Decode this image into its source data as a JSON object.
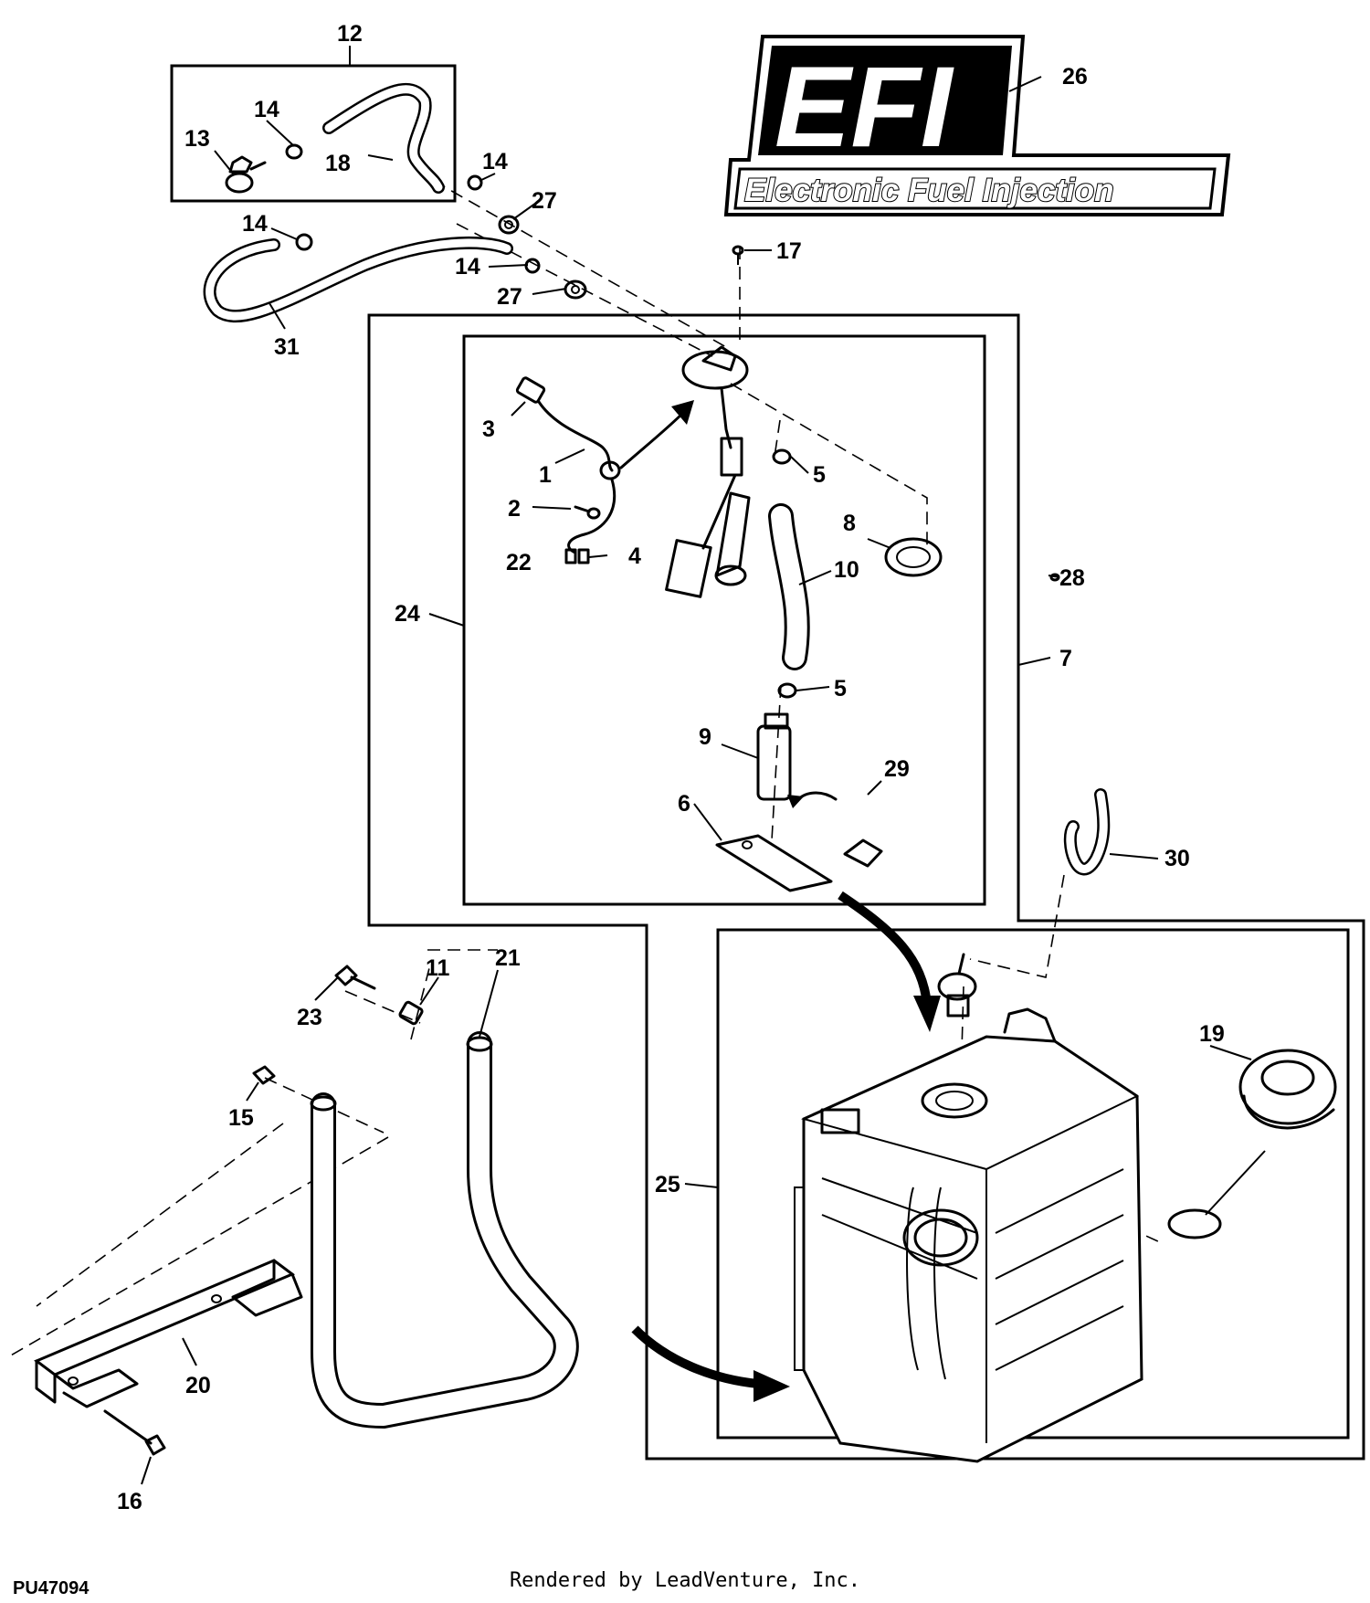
{
  "logo": {
    "main_text": "EFI",
    "subtitle": "Electronic Fuel Injection"
  },
  "callouts": {
    "c1": "1",
    "c2": "2",
    "c3": "3",
    "c4": "4",
    "c5a": "5",
    "c5b": "5",
    "c6": "6",
    "c7": "7",
    "c8": "8",
    "c9": "9",
    "c10": "10",
    "c11": "11",
    "c12": "12",
    "c13": "13",
    "c14a": "14",
    "c14b": "14",
    "c14c": "14",
    "c14d": "14",
    "c15": "15",
    "c16": "16",
    "c17": "17",
    "c18": "18",
    "c19": "19",
    "c20": "20",
    "c21": "21",
    "c22": "22",
    "c23": "23",
    "c24": "24",
    "c25": "25",
    "c26": "26",
    "c27a": "27",
    "c27b": "27",
    "c28": "28",
    "c29": "29",
    "c30": "30",
    "c31": "31"
  },
  "figure_id": "PU47094",
  "render_credit": "Rendered by LeadVenture, Inc."
}
